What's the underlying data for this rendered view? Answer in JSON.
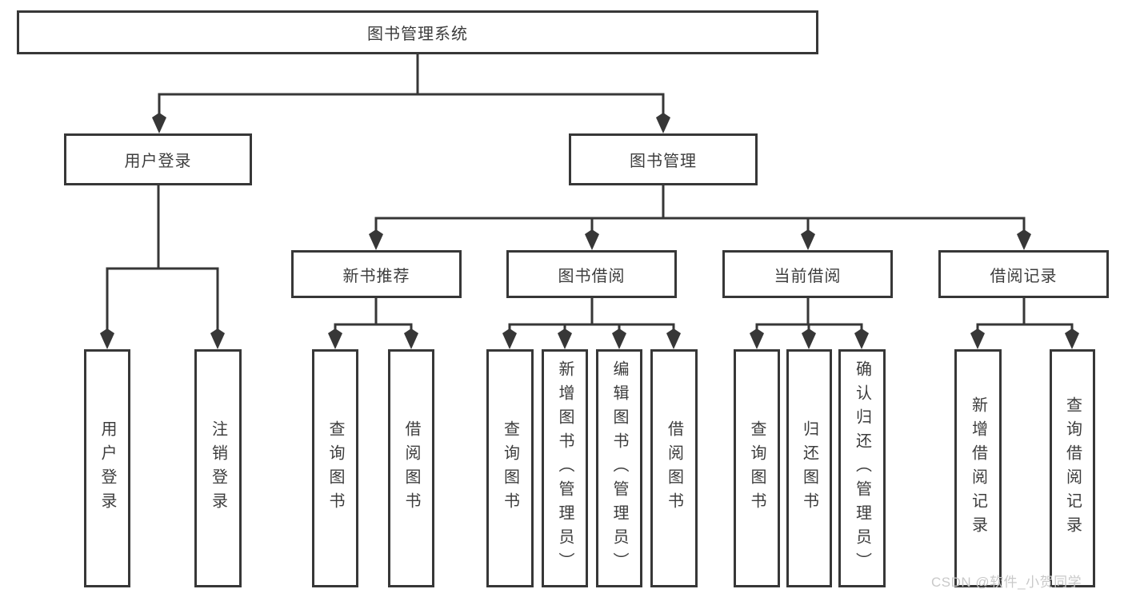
{
  "tree": {
    "label": "图书管理系统",
    "children": [
      {
        "label": "用户登录",
        "children": [
          {
            "label": "用户登录"
          },
          {
            "label": "注销登录"
          }
        ]
      },
      {
        "label": "图书管理",
        "children": [
          {
            "label": "新书推荐",
            "children": [
              {
                "label": "查询图书"
              },
              {
                "label": "借阅图书"
              }
            ]
          },
          {
            "label": "图书借阅",
            "children": [
              {
                "label": "查询图书"
              },
              {
                "label": "新增图书（管理员）"
              },
              {
                "label": "编辑图书（管理员）"
              },
              {
                "label": "借阅图书"
              }
            ]
          },
          {
            "label": "当前借阅",
            "children": [
              {
                "label": "查询图书"
              },
              {
                "label": "归还图书"
              },
              {
                "label": "确认归还（管理员）"
              }
            ]
          },
          {
            "label": "借阅记录",
            "children": [
              {
                "label": "新增借阅记录"
              },
              {
                "label": "查询借阅记录"
              }
            ]
          }
        ]
      }
    ]
  },
  "watermark": {
    "text": "CSDN @软件_小贺同学"
  },
  "colors": {
    "line": "#373737",
    "box_border": "#373737",
    "text": "#3d3d3d",
    "watermark": "#c9c9c9",
    "background": "#ffffff"
  }
}
